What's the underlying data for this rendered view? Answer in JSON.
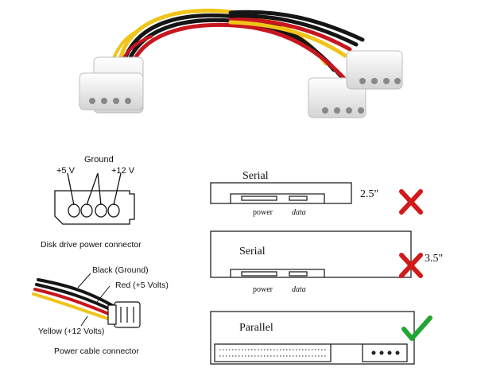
{
  "pinout": {
    "ground_label": "Ground",
    "plus5_label": "+5 V",
    "plus12_label": "+12 V",
    "caption": "Disk drive power connector"
  },
  "cable": {
    "black_label": "Black (Ground)",
    "red_label": "Red (+5 Volts)",
    "yellow_label": "Yellow (+12 Volts)",
    "caption": "Power cable connector"
  },
  "drives": [
    {
      "title": "Serial",
      "port_power": "power",
      "port_data": "data",
      "size": "2.5\"",
      "status": "incompatible"
    },
    {
      "title": "Serial",
      "port_power": "power",
      "port_data": "data",
      "size": "3.5\"",
      "status": "incompatible"
    },
    {
      "title": "Parallel",
      "status": "compatible"
    }
  ],
  "colors": {
    "wire_black": "#151515",
    "wire_red": "#c8161e",
    "wire_yellow": "#f0c419",
    "x_mark": "#d11a1a",
    "check_mark": "#22a532"
  }
}
